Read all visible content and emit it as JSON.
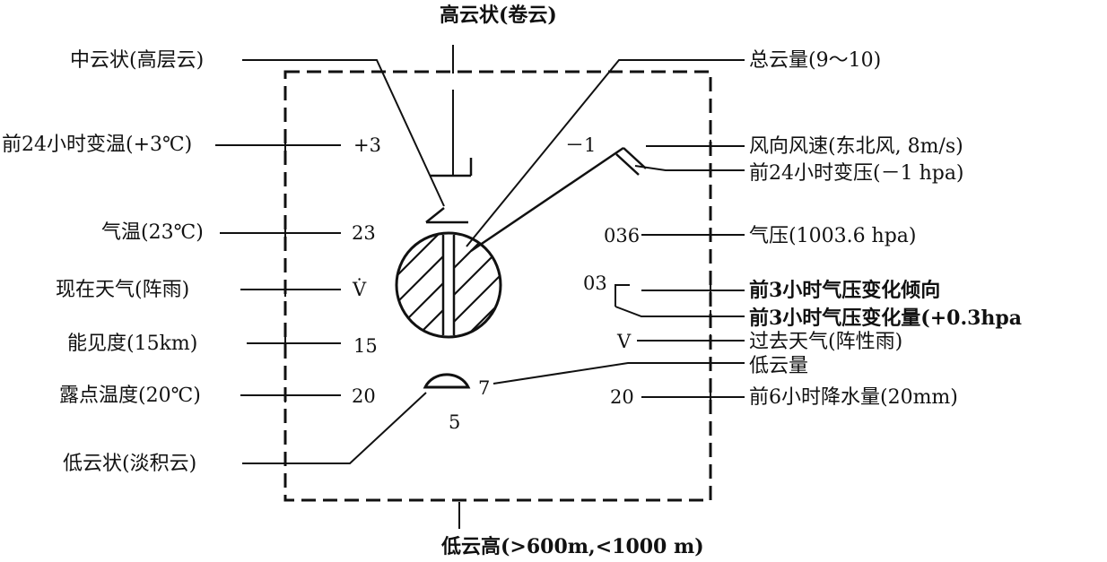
{
  "labels": {
    "top_high_cloud": "高云状(卷云)",
    "mid_cloud": "中云状(高层云)",
    "total_cloud": "总云量(9～10)",
    "temp_change_24h": "前24小时变温(+3℃)",
    "wind": "风向风速(东北风, 8m/s)",
    "pressure_change_24h": "前24小时变压(－1 hpa)",
    "temperature": "气温(23℃)",
    "pressure": "气压(1003.6 hpa)",
    "present_weather": "现在天气(阵雨)",
    "pressure_tendency_3h": "前3小时气压变化倾向",
    "visibility": "能见度(15km)",
    "pressure_change_3h": "前3小时气压变化量(+0.3hpa",
    "past_weather": "过去天气(阵性雨)",
    "low_cloud_amount": "低云量",
    "dew_point": "露点温度(20℃)",
    "precip_6h": "前6小时降水量(20mm)",
    "low_cloud_type": "低云状(淡积云)",
    "low_cloud_height": "低云高(>600m,<1000 m)"
  },
  "values": {
    "temp_change_24h": "+3",
    "pressure_change_24h": "－1",
    "temperature": "23",
    "pressure": "036",
    "present_weather": "V̇",
    "pressure_change_3h": "03",
    "visibility": "15",
    "past_weather": "V",
    "dew_point": "20",
    "low_cloud_amount": "7",
    "precip_6h": "20",
    "low_cloud_height": "5"
  }
}
